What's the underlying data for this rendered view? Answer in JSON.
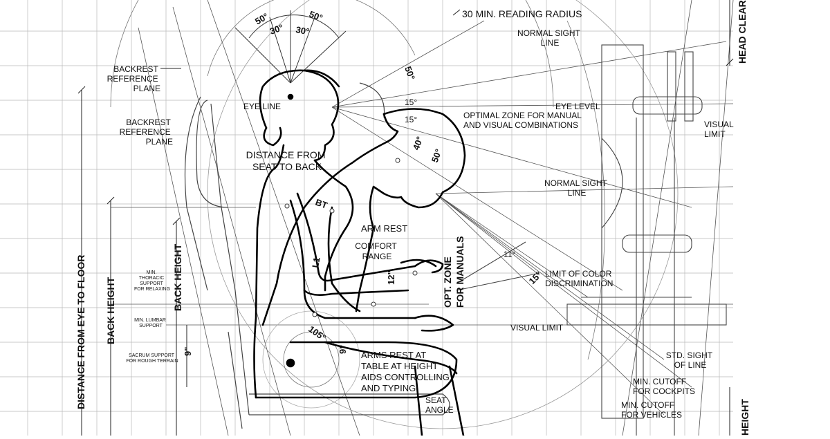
{
  "angles": {
    "a50_left": "50°",
    "a30_left": "30°",
    "a30_right": "30°",
    "a50_right": "50°",
    "a50_mid": "50°",
    "a15_top": "15°",
    "a15_low": "15°",
    "a40": "40°",
    "a50_head": "50°",
    "a11": "11°",
    "a15_right": "15°",
    "a105": "105°"
  },
  "labels": {
    "reading_radius": "30 MIN. READING RADIUS",
    "normal_sight_line_top": [
      "NORMAL SIGHT",
      "LINE"
    ],
    "head_clearance": "HEAD CLEAR",
    "backrest_ref_1": [
      "BACKREST",
      "REFERENCE",
      "PLANE"
    ],
    "backrest_ref_2": [
      "BACKREST",
      "REFERENCE",
      "PLANE"
    ],
    "eye_line": "EYE LINE",
    "eye_level": "EYE LEVEL",
    "optimal_zone": [
      "OPTIMAL ZONE FOR MANUAL",
      "AND VISUAL COMBINATIONS"
    ],
    "visual_limit_right": [
      "VISUAL",
      "LIMIT"
    ],
    "distance_seat_back": [
      "DISTANCE FROM",
      "SEAT TO BACK"
    ],
    "normal_sight_line_mid": [
      "NORMAL SIGHT",
      "LINE"
    ],
    "bt": "BT",
    "arm_rest": "ARM REST",
    "comfort_range": [
      "COMFORT",
      "RANGE"
    ],
    "opt_zone": [
      "OPT. ZONE",
      "FOR MANUALS"
    ],
    "l1": "L1",
    "limit_color": [
      "LIMIT OF COLOR",
      "DISCRIMINATION"
    ],
    "visual_limit_mid": "VISUAL LIMIT",
    "distance_eye_floor": "DISTANCE FROM EYE TO FLOOR",
    "back_height_1": "BACK HEIGHT",
    "back_height_2": "BACK HEIGHT",
    "nine_in": "9\"",
    "nine_in_b": "9\"",
    "twelve_in": "12\"",
    "min_thoracic": [
      "MIN.",
      "THORACIC",
      "SUPPORT",
      "FOR RELAXING"
    ],
    "min_lumbar": [
      "MIN. LUMBAR",
      "SUPPORT"
    ],
    "sacrum_support": [
      "SACRUM SUPPORT",
      "FOR ROUGH TERRAIN"
    ],
    "arms_rest_table": [
      "ARMS REST AT",
      "TABLE AT HEIGHT",
      "AIDS CONTROLLING",
      "AND TYPING"
    ],
    "seat_angle": [
      "SEAT",
      "ANGLE"
    ],
    "std_sight_line": [
      "STD. SIGHT",
      "OF LINE"
    ],
    "min_cutoff_cockpits": [
      "MIN. CUTOFF",
      "FOR COCKPITS"
    ],
    "min_cutoff_vehicles": [
      "MIN. CUTOFF",
      "FOR VEHICLES"
    ],
    "height_bottom_right": "HEIGHT"
  }
}
